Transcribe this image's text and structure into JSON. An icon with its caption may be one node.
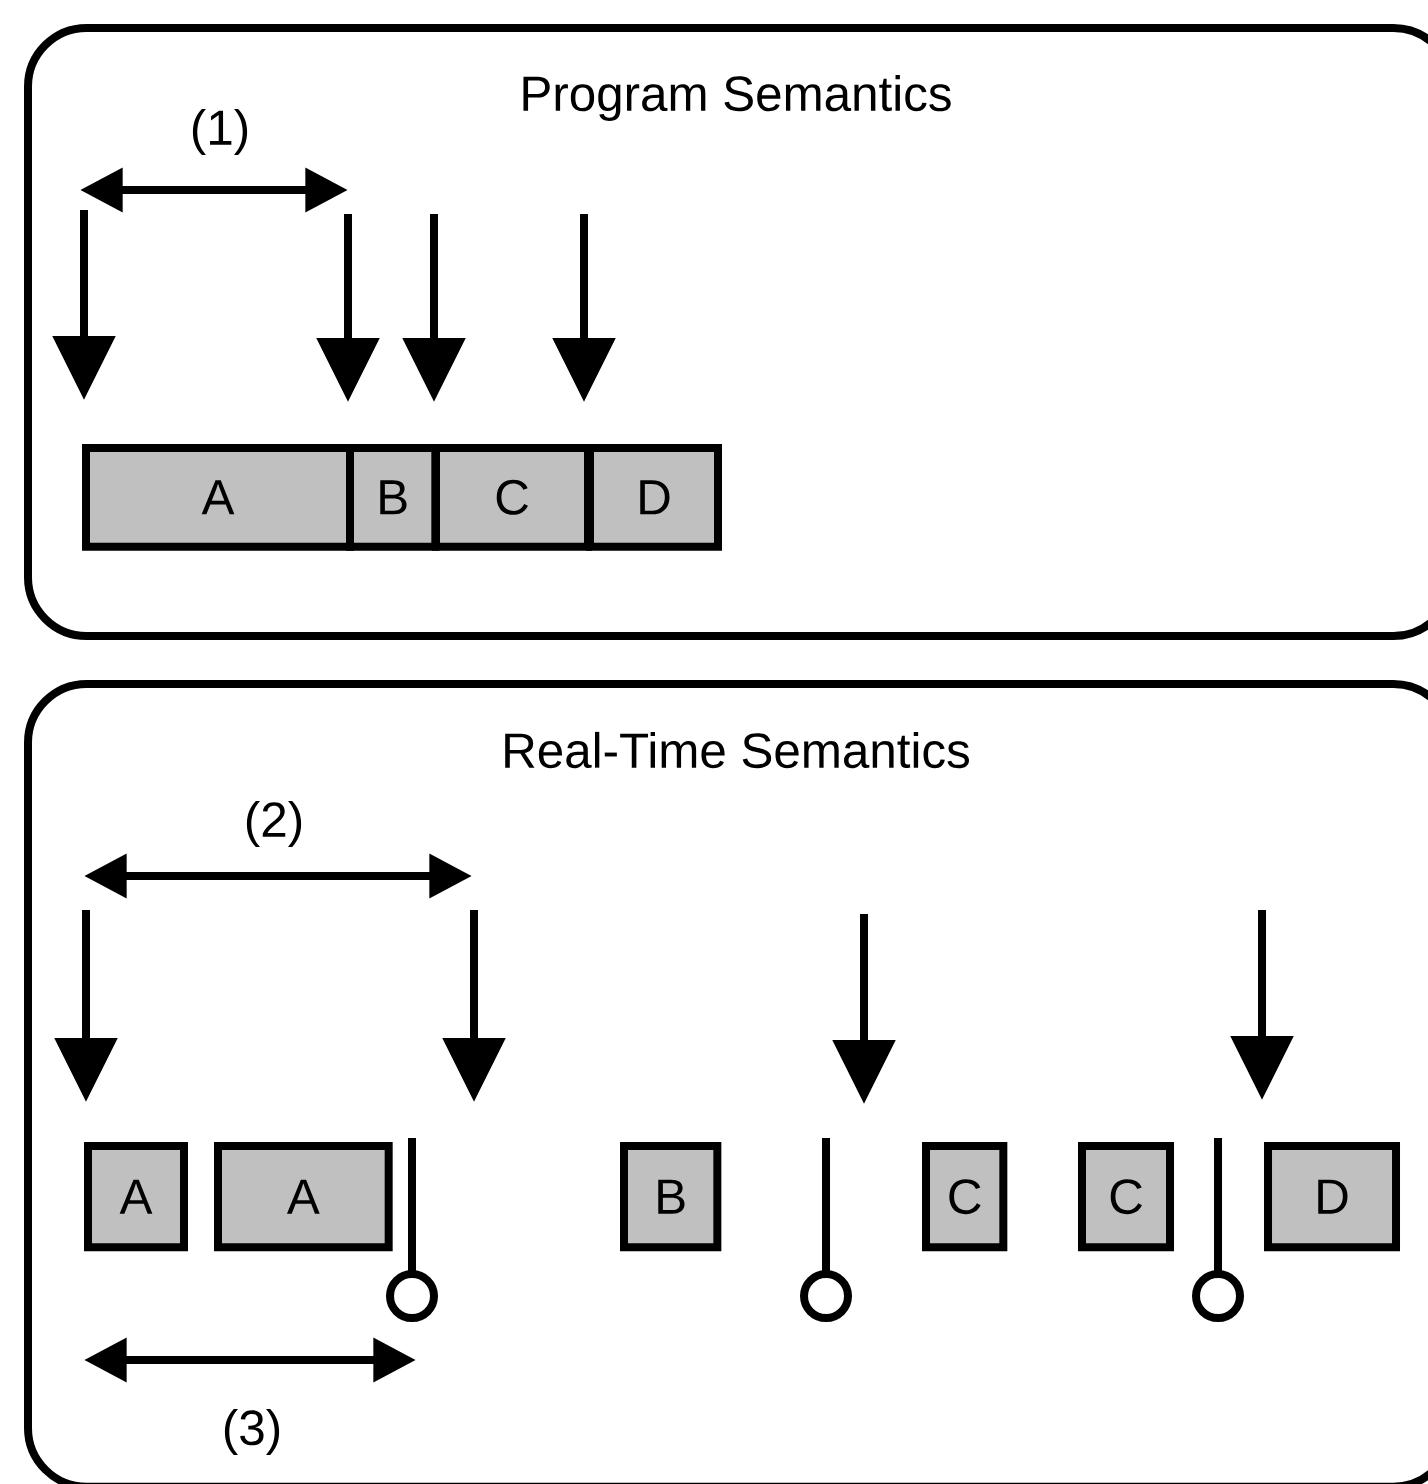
{
  "diagram": {
    "nodes": [
      {
        "text": [
          "Program Semantics"
        ]
      },
      {
        "text": [
          "A"
        ],
        "in": 0
      },
      {
        "text": [
          "B"
        ],
        "in": 0
      },
      {
        "text": [
          "C"
        ],
        "in": 0
      },
      {
        "text": [
          "D"
        ],
        "in": 0
      },
      {
        "text": [
          "Real-Time Semantics"
        ]
      },
      {
        "text": [
          "A"
        ],
        "in": 5
      },
      {
        "text": [
          "A"
        ],
        "in": 5
      },
      {
        "text": [
          "B"
        ],
        "in": 5
      },
      {
        "text": [
          "C"
        ],
        "in": 5
      },
      {
        "text": [
          "C"
        ],
        "in": 5
      },
      {
        "text": [
          "D"
        ],
        "in": 5
      }
    ],
    "labels": [
      "(1)",
      "(2)",
      "(3)"
    ]
  }
}
